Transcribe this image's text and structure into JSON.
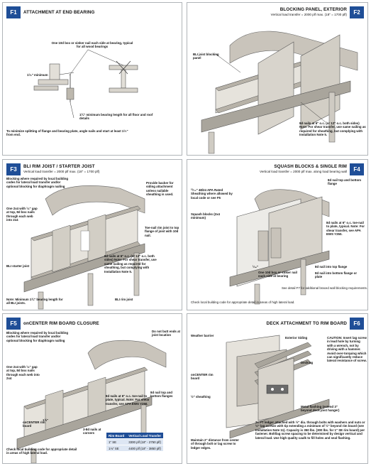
{
  "panels": {
    "f1": {
      "badge": "F1",
      "title": "ATTACHMENT AT END BEARING",
      "notes": {
        "box_nail": "One 10d box or sinker nail each side at bearing, typical for all wood bearings",
        "min": "1¹⁄₈\" minimum",
        "bearing": "1¾\" minimum bearing length for all floor and roof details",
        "split": "To minimize splitting of flange and bearing plate, angle nails and start at least 1¹⁄₂\" from end."
      }
    },
    "f2": {
      "badge": "F2",
      "title": "BLOCKING PANEL, EXTERIOR",
      "subtitle": "Vertical load transfer = 2000 plf max. (18\" = 1700 plf)",
      "notes": {
        "blocking": "BLI joist blocking panel",
        "nails": "8d nails at 6\" o.c. (or 12\" o.c. both sides) Note: For shear transfer, use same nailing as required for sheathing, but complying with Installation Note 5."
      }
    },
    "f3": {
      "badge": "F3",
      "title": "BLI RIM JOIST / STARTER JOIST",
      "subtitle": "Vertical load transfer = 2000 plf max. (18\" = 1700 plf)",
      "notes": {
        "blocking": "Blocking where required by local building codes for lateral load transfer and/or optional blocking for diaphragm nailing",
        "two_by_four": "One 2x4 with ¹⁄₈\" gap at top, 8d box nails through each web into 2x4",
        "backer": "Provide backer for siding attachment unless nailable sheathing is used.",
        "toenail": "Toe-nail rim joist to top flange of joist with 10d nail.",
        "nails": "8d nails at 6\" o.c. (or 12\" o.c. both sides) Note: For shear transfer, use same nailing as required for sheathing, but complying with Installation Note 5.",
        "starter": "BLI starter joist",
        "rim": "BLI rim joist",
        "bearing": "Note: Minimum 1¾\" bearing length for all BLI joists."
      }
    },
    "f4": {
      "badge": "F4",
      "title": "SQUASH BLOCKS & SINGLE RIM",
      "subtitle": "Vertical load transfer = 2000 plf max. along load bearing wall",
      "notes": {
        "top_flange": "8d nail top and bottom flange",
        "sheathing": "²³⁄₃₂\" 48/24 APA Rated Sheathing where allowed by local code or see F5",
        "squash": "Squash blocks (2x4 minimum)",
        "toenail": "8d nails at 6\" o.c. toe-nail to plate, typical. Note: For shear transfer, see APA EWS Y250.",
        "gap": "¹⁄₁₆\"",
        "box_nail": "One 10d box or sinker nail each side at bearing",
        "into_top": "8d nail into top flange",
        "into_bottom": "8d nail into bottom flange or plate",
        "see_f7": "See detail F7 for additional braced wall blocking requirements.",
        "check": "Check local building code for appropriate detail in areas of high lateral load."
      }
    },
    "f5": {
      "badge": "F5",
      "title": "onCENTER RIM BOARD CLOSURE",
      "notes": {
        "blocking": "Blocking where required by local building codes for lateral load transfer and/or optional blocking for diaphragm nailing",
        "butt": "Do not butt ends at joist location",
        "two_by_four": "One 2x4 with ¹⁄₈\" gap at top, 8d box nails through each web into 2x4",
        "top_bottom": "8d nail top and bottom flanges",
        "nails": "8d nails at 6\" o.c. toe-nail to plate, typical. Note: For shear transfer, see APA EWS Y250.",
        "rim": "onCENTER rim board",
        "corners": "3-8d nails at corners",
        "check": "Check local building code for appropriate detail in areas of high lateral load.",
        "dim": "1½\""
      },
      "table": {
        "headers": [
          "Rim Board",
          "Vertical Load Transfer"
        ],
        "rows": [
          [
            "1\" SE",
            "3300 plf (18\" - 2750 plf)"
          ],
          [
            "1⅛\" SE",
            "4400 plf (18\" - 3850 plf)"
          ]
        ]
      }
    },
    "f6": {
      "badge": "F6",
      "title": "DECK ATTACHMENT TO RIM BOARD",
      "notes": {
        "weather": "Weather barrier",
        "siding": "Exterior Siding",
        "caution": "CAUTION: Insert lag screw in lead hole by turning with a wrench, not by driving with a hammer. Avoid over-torquing which can significantly reduce lateral resistance of screw.",
        "decking": "Decking",
        "rim": "onCENTER rim board",
        "sheathing": "½\" sheathing",
        "flashing": "Metal flashing (extend 3\" beyond deck joist hanger)",
        "ledger": "2x PT ledger attached with ½\" dia. through bolts with washers and nuts or ½\" lag screws with tip extending a minimum of ½\" beyond rim board (see Installation Note 11). Capacity is 350 lbs. (300 lbs. for 1\" SE rim board) per fastener. Bolt/lag screw spacing to be determined by design vertical and lateral load. Use high quality caulk to fill holes and seal flashing.",
        "distance": "Maintain 2\" distance from center of through bolt or lag screw to ledger edges."
      }
    }
  },
  "colors": {
    "badge": "#1f4e97",
    "wood": "#d9d6cf",
    "wood_dark": "#a9a59c",
    "table_row": "#dde6f3"
  }
}
